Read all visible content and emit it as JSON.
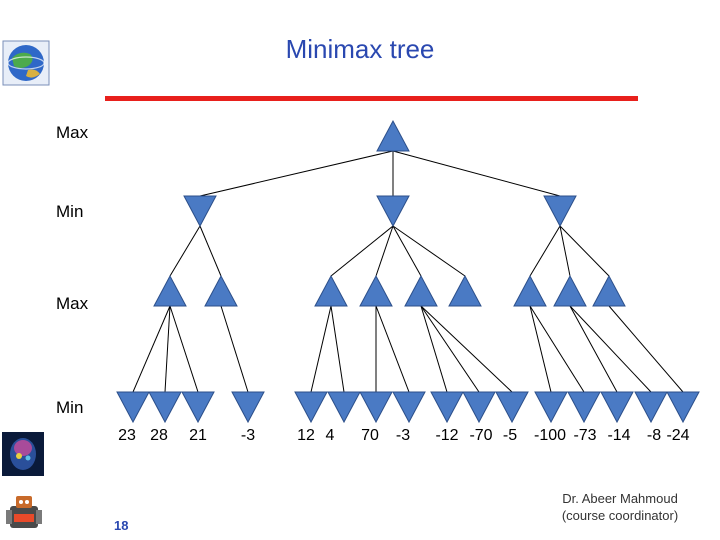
{
  "title": "Minimax tree",
  "levels": [
    "Max",
    "Min",
    "Max",
    "Min"
  ],
  "leaf_values": [
    "23",
    "28",
    "21",
    "-3",
    "12",
    "4",
    "70",
    "-3",
    "-12",
    "-70",
    "-5",
    "-100",
    "-73",
    "-14",
    "-8",
    "-24"
  ],
  "page_number": "18",
  "author_line1": "Dr. Abeer Mahmoud",
  "author_line2": "(course coordinator)",
  "colors": {
    "title": "#2a48b0",
    "accent_bar": "#e8201c",
    "node_fill": "#4a7ac4",
    "node_stroke": "#2c4f8a",
    "edge": "#000000"
  }
}
